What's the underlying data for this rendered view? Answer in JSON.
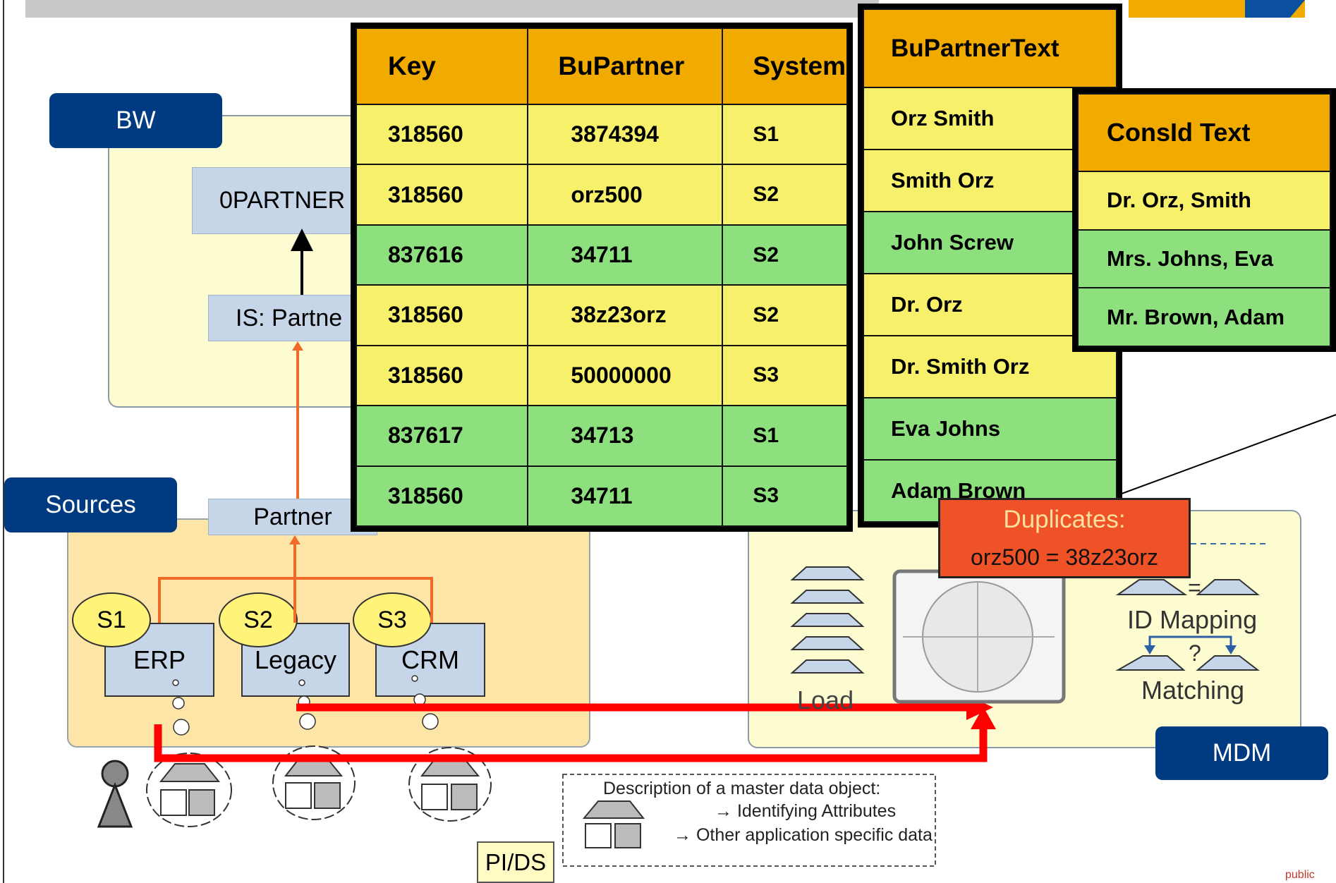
{
  "containers": {
    "bw": "BW",
    "sources": "Sources",
    "mdm": "MDM"
  },
  "bw_boxes": {
    "opartner": "0PARTNER",
    "is_partner": "IS: Partne"
  },
  "partner_box": "Partner",
  "systems": [
    {
      "oval": "S1",
      "name": "ERP"
    },
    {
      "oval": "S2",
      "name": "Legacy"
    },
    {
      "oval": "S3",
      "name": "CRM"
    }
  ],
  "pids": "PI/DS",
  "description": {
    "line1": "Description of a master data object:",
    "line2": "→ Identifying Attributes",
    "line3": "→ Other application specific data"
  },
  "mdm": {
    "load": "Load",
    "id_mapping": "ID Mapping",
    "matching": "Matching",
    "eq_sign": "=",
    "q_sign": "?"
  },
  "duplicates": {
    "title": "Duplicates:",
    "text": "orz500 = 38z23orz"
  },
  "main_table": {
    "headers": [
      "Key",
      "BuPartner",
      "System"
    ],
    "rows": [
      {
        "key": "318560",
        "bupartner": "3874394",
        "system": "S1",
        "color": "yellow"
      },
      {
        "key": "318560",
        "bupartner": "orz500",
        "system": "S2",
        "color": "yellow"
      },
      {
        "key": "837616",
        "bupartner": "34711",
        "system": "S2",
        "color": "green"
      },
      {
        "key": "318560",
        "bupartner": "38z23orz",
        "system": "S2",
        "color": "yellow"
      },
      {
        "key": "318560",
        "bupartner": "50000000",
        "system": "S3",
        "color": "yellow"
      },
      {
        "key": "837617",
        "bupartner": "34713",
        "system": "S1",
        "color": "green"
      },
      {
        "key": "318560",
        "bupartner": "34711",
        "system": "S3",
        "color": "green"
      }
    ]
  },
  "bupartner_text_table": {
    "header": "BuPartnerText",
    "rows": [
      {
        "text": "Orz Smith",
        "color": "yellow"
      },
      {
        "text": "Smith Orz",
        "color": "yellow"
      },
      {
        "text": "John Screw",
        "color": "green"
      },
      {
        "text": "Dr. Orz",
        "color": "yellow"
      },
      {
        "text": "Dr. Smith Orz",
        "color": "yellow"
      },
      {
        "text": "Eva Johns",
        "color": "green"
      },
      {
        "text": "Adam Brown",
        "color": "green"
      }
    ]
  },
  "consid_table": {
    "header": "ConsId Text",
    "rows": [
      {
        "text": "Dr. Orz, Smith",
        "color": "yellow"
      },
      {
        "text": "Mrs. Johns, Eva",
        "color": "green"
      },
      {
        "text": "Mr. Brown, Adam",
        "color": "green"
      }
    ]
  },
  "footer": "public",
  "colors": {
    "navy": "#003a80",
    "header_orange": "#f0aa00",
    "row_yellow": "#f6f06a",
    "row_green": "#8ee07e",
    "duplicates_red": "#f05228",
    "arrow_red": "#ff0000"
  }
}
